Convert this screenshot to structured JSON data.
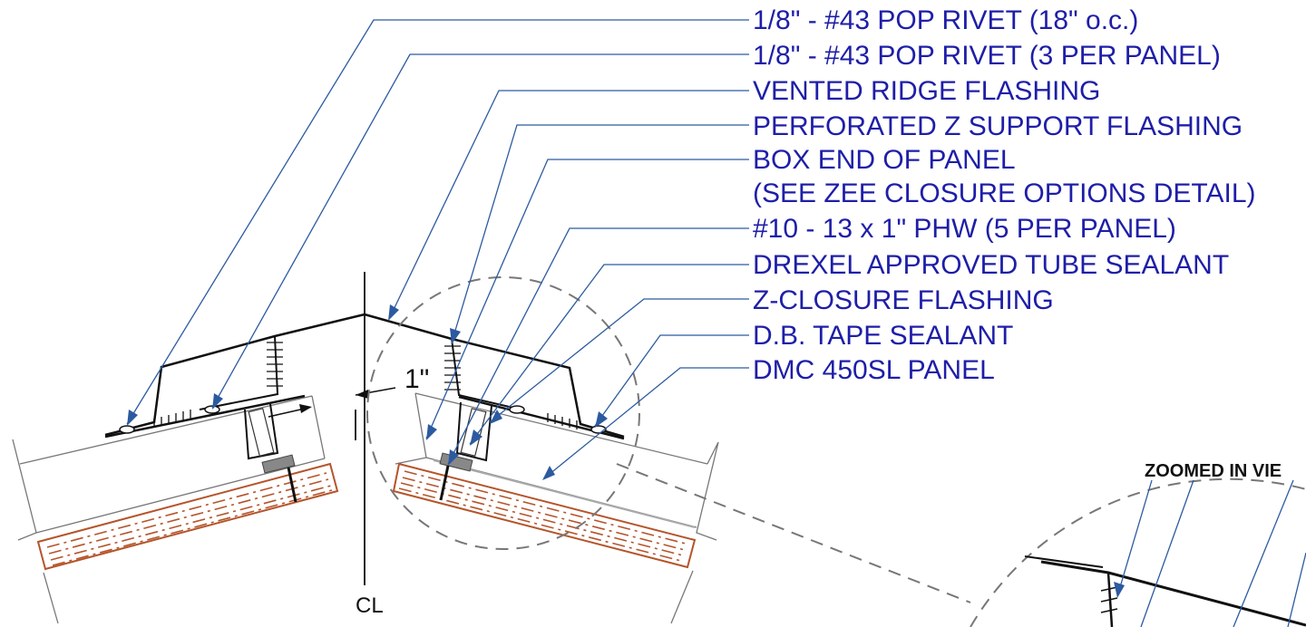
{
  "callouts": [
    {
      "text": "1/8\" - #43 POP RIVET  (18\" o.c.)"
    },
    {
      "text": "1/8\" - #43 POP RIVET  (3 PER PANEL)"
    },
    {
      "text": "VENTED RIDGE FLASHING"
    },
    {
      "text": "PERFORATED Z SUPPORT FLASHING"
    },
    {
      "text": "BOX END OF PANEL"
    },
    {
      "text": "(SEE ZEE CLOSURE OPTIONS DETAIL)"
    },
    {
      "text": "#10 - 13 x 1\" PHW  (5 PER PANEL)"
    },
    {
      "text": "DREXEL APPROVED TUBE SEALANT"
    },
    {
      "text": "Z-CLOSURE FLASHING"
    },
    {
      "text": "D.B. TAPE SEALANT"
    },
    {
      "text": "DMC 450SL PANEL"
    }
  ],
  "dimension": "1\"",
  "centerline": "CL",
  "zoom_label": "ZOOMED IN VIE",
  "colors": {
    "leader": "#2c5aa0",
    "label": "#1e1ea8",
    "wood": "#b5542a",
    "line": "#111111"
  }
}
